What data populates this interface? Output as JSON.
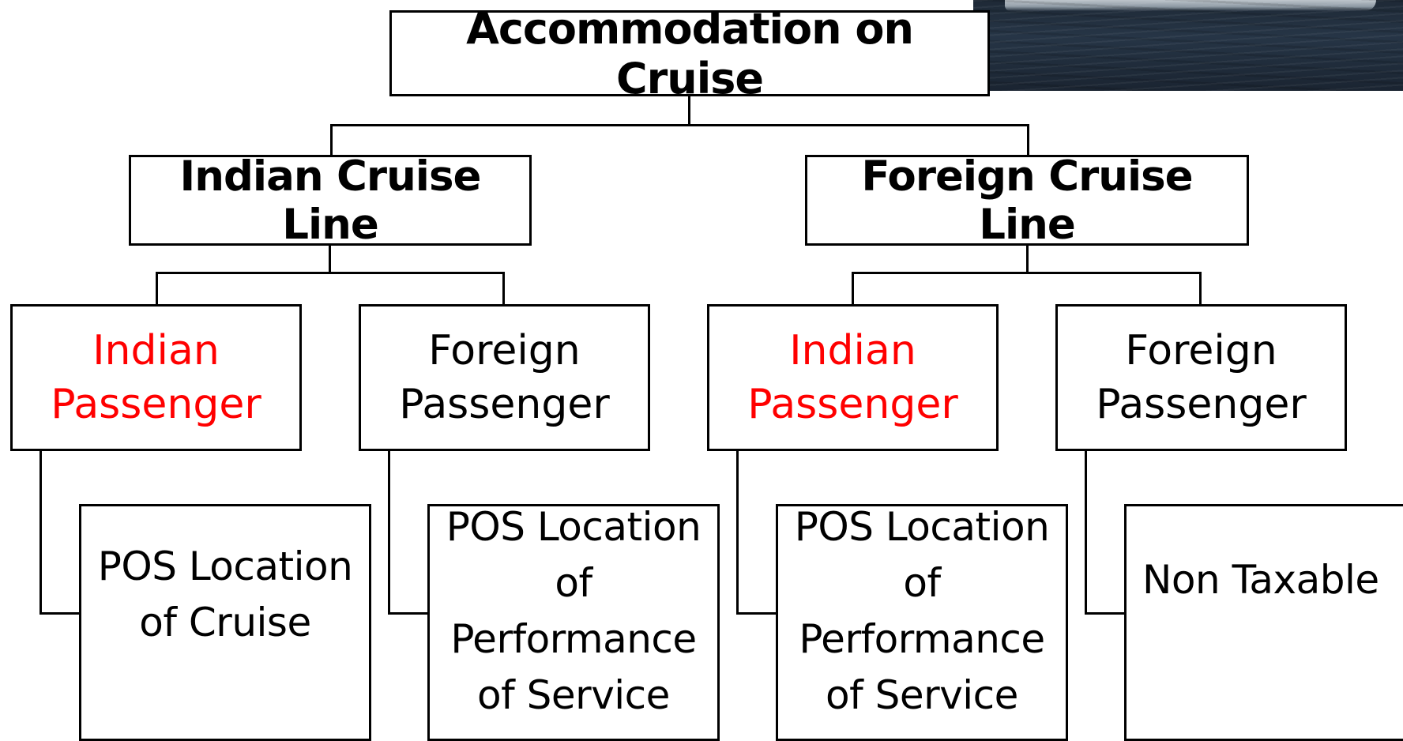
{
  "diagram": {
    "title": "Accommodation on Cruise",
    "branches": [
      {
        "label": "Indian Cruise Line",
        "passengers": [
          {
            "line1": "Indian",
            "line2": "Passenger",
            "highlight": true,
            "rule": "POS Location\nof Cruise"
          },
          {
            "line1": "Foreign",
            "line2": "Passenger",
            "highlight": false,
            "rule": "POS Location\nof\nPerformance\nof Service"
          }
        ]
      },
      {
        "label": "Foreign Cruise Line",
        "passengers": [
          {
            "line1": "Indian",
            "line2": "Passenger",
            "highlight": true,
            "rule": "POS Location\nof\nPerformance\nof Service"
          },
          {
            "line1": "Foreign",
            "line2": "Passenger",
            "highlight": false,
            "rule": "Non Taxable"
          }
        ]
      }
    ],
    "colors": {
      "highlight": "#ff0000",
      "text": "#000000",
      "border": "#000000"
    }
  }
}
